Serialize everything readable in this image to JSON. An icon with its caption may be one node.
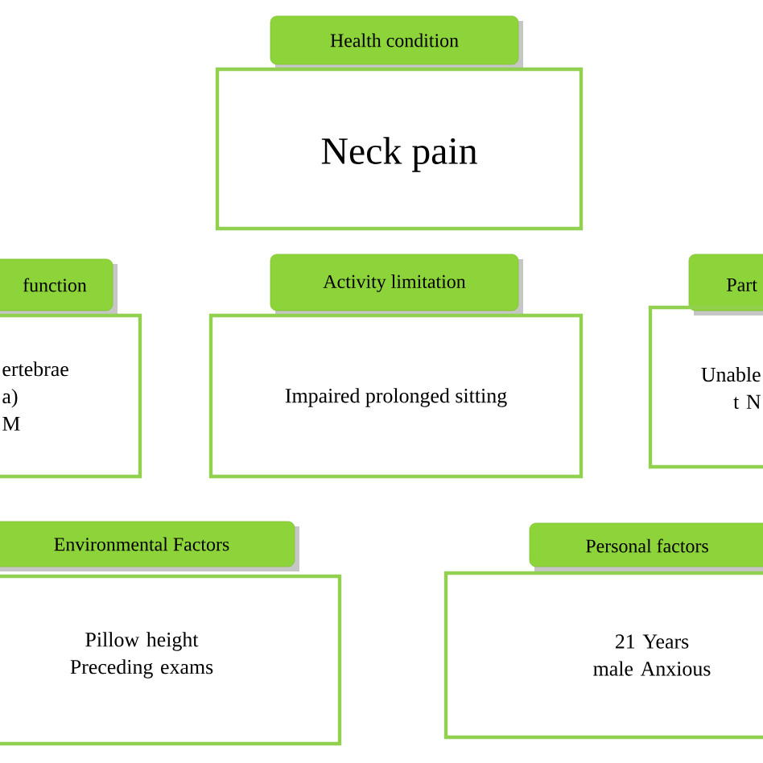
{
  "diagram": {
    "nodes": [
      {
        "text": [
          "Health condition"
        ]
      },
      {
        "text": [
          "Neck pain"
        ]
      },
      {
        "text": [
          "function"
        ]
      },
      {
        "text": [
          "ertebrae a) M"
        ]
      },
      {
        "text": [
          "Activity limitation"
        ]
      },
      {
        "text": [
          "Impaired prolonged sitting"
        ]
      },
      {
        "text": [
          "Part"
        ]
      },
      {
        "text": [
          "Unable t N"
        ]
      },
      {
        "text": [
          "Environmental Factors"
        ]
      },
      {
        "text": [
          "Pillow height Preceding exams"
        ]
      },
      {
        "text": [
          "Personal factors"
        ]
      },
      {
        "text": [
          "21 Years male Anxious"
        ]
      }
    ],
    "edges": []
  }
}
